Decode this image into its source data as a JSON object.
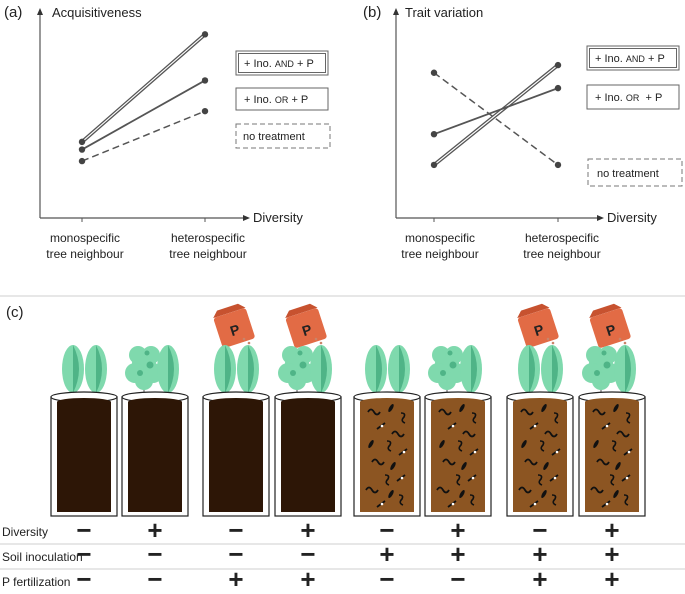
{
  "panels": {
    "a": {
      "label": "(a)",
      "ylabel": "Acquisitiveness",
      "xlabel": "Diversity",
      "categories": [
        "monospecific\ntree neighbour",
        "heterospecific\ntree neighbour"
      ],
      "series": [
        {
          "name": "+ Ino. AND + P",
          "style": "double",
          "values": [
            1.8,
            4.6
          ]
        },
        {
          "name": "+ Ino. OR + P",
          "style": "solid",
          "values": [
            1.6,
            3.4
          ]
        },
        {
          "name": "no treatment",
          "style": "dashed",
          "values": [
            1.3,
            2.6
          ]
        }
      ]
    },
    "b": {
      "label": "(b)",
      "ylabel": "Trait variation",
      "xlabel": "Diversity",
      "categories": [
        "monospecific\ntree neighbour",
        "heterospecific\ntree neighbour"
      ],
      "series": [
        {
          "name": "+ Ino. AND + P",
          "style": "double",
          "values": [
            1.2,
            3.8
          ]
        },
        {
          "name": "+ Ino. OR + P",
          "style": "solid",
          "values": [
            2.0,
            3.2
          ]
        },
        {
          "name": "no treatment",
          "style": "dashed",
          "values": [
            3.6,
            1.2
          ]
        }
      ]
    }
  },
  "legend": {
    "and_prefix": "+ Ino.",
    "and_word": "AND",
    "and_suffix": "+ P",
    "or_prefix": "+ Ino.",
    "or_word": "OR",
    "or_suffix": "+ P",
    "none": "no treatment"
  },
  "panel_c": {
    "label": "(c)",
    "fertilizer_letter": "P",
    "row_labels": [
      "Diversity",
      "Soil inoculation",
      "P fertilization"
    ],
    "pots": [
      {
        "trees": "mono",
        "soil": "dark",
        "fert": false,
        "signs": [
          "−",
          "−",
          "−"
        ]
      },
      {
        "trees": "hetero",
        "soil": "dark",
        "fert": false,
        "signs": [
          "+",
          "−",
          "−"
        ]
      },
      {
        "trees": "mono",
        "soil": "dark",
        "fert": true,
        "signs": [
          "−",
          "−",
          "+"
        ]
      },
      {
        "trees": "hetero",
        "soil": "dark",
        "fert": true,
        "signs": [
          "+",
          "−",
          "+"
        ]
      },
      {
        "trees": "mono",
        "soil": "inoculated",
        "fert": false,
        "signs": [
          "−",
          "+",
          "−"
        ]
      },
      {
        "trees": "hetero",
        "soil": "inoculated",
        "fert": false,
        "signs": [
          "+",
          "+",
          "−"
        ]
      },
      {
        "trees": "mono",
        "soil": "inoculated",
        "fert": true,
        "signs": [
          "−",
          "+",
          "+"
        ]
      },
      {
        "trees": "hetero",
        "soil": "inoculated",
        "fert": true,
        "signs": [
          "+",
          "+",
          "+"
        ]
      }
    ]
  },
  "colors": {
    "line": "#555555",
    "tree_light": "#7fd9ad",
    "tree_dark": "#4fb487",
    "soil_dark": "#2d1606",
    "soil_inoculated": "#8c5522",
    "fert_box": "#e26b45",
    "fert_dots": "#c9846a"
  }
}
